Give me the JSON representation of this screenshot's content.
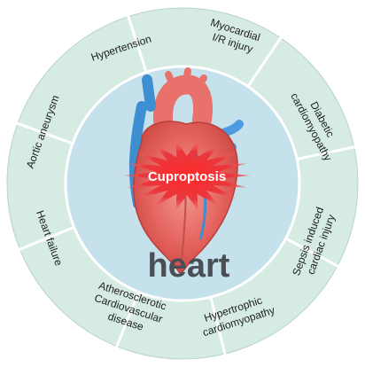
{
  "diagram": {
    "center_label": "heart",
    "burst_label": "Cuproptosis",
    "segments": [
      {
        "id": "hypertension",
        "lines": [
          "Hypertension"
        ]
      },
      {
        "id": "myocardial-ir-injury",
        "lines": [
          "Myocardial",
          "I/R injury"
        ]
      },
      {
        "id": "diabetic-cardiomyopathy",
        "lines": [
          "Diabetic",
          "cardiomyopathy"
        ]
      },
      {
        "id": "sepsis-induced-cardiac-injury",
        "lines": [
          "Sepsis induced",
          "cardiac injury"
        ]
      },
      {
        "id": "hypertrophic-cardiomyopathy",
        "lines": [
          "Hypertrophic",
          "cardiomyopathy"
        ]
      },
      {
        "id": "atherosclerotic-cardiovascular-disease",
        "lines": [
          "Atherosclerotic",
          "Cardiovascular",
          "disease"
        ]
      },
      {
        "id": "heart-failure",
        "lines": [
          "Heart failure"
        ]
      },
      {
        "id": "aortic-aneurysm",
        "lines": [
          "Aortic aneurysm"
        ]
      }
    ],
    "colors": {
      "ring_fill": "#d6ebe2",
      "ring_stroke": "#ffffff",
      "inner_disc": "#c4e1ec",
      "burst": "#e8383d",
      "heart": "#e56d6a",
      "vessel_blue": "#3d8fd1",
      "center_text": "#4b4f55"
    }
  }
}
